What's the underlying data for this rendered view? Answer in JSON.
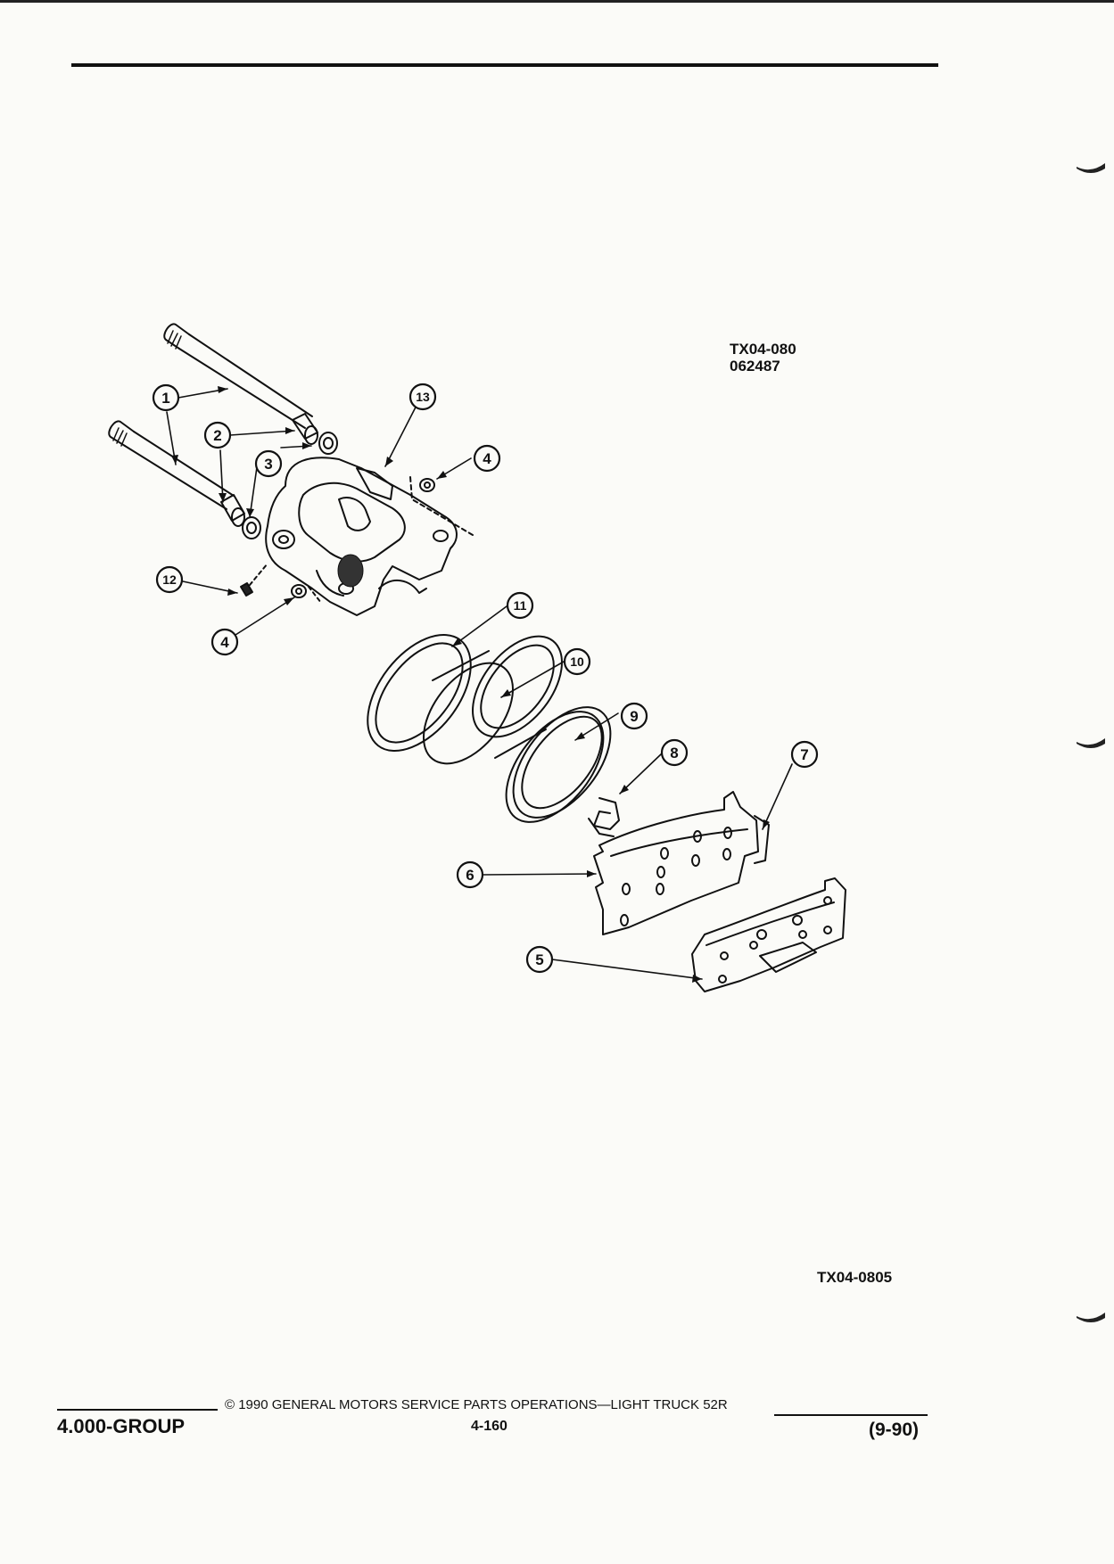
{
  "figure": {
    "ref_top": "TX04-080",
    "ref_top_date": "062487",
    "ref_bottom": "TX04-0805"
  },
  "callouts": [
    "1",
    "2",
    "3",
    "4",
    "4",
    "5",
    "6",
    "7",
    "8",
    "9",
    "10",
    "11",
    "12",
    "13"
  ],
  "footer": {
    "group": "4.000-GROUP",
    "copyright": "© 1990 GENERAL MOTORS SERVICE PARTS OPERATIONS—LIGHT TRUCK 52R",
    "page_number": "4-160",
    "date": "(9-90)"
  }
}
